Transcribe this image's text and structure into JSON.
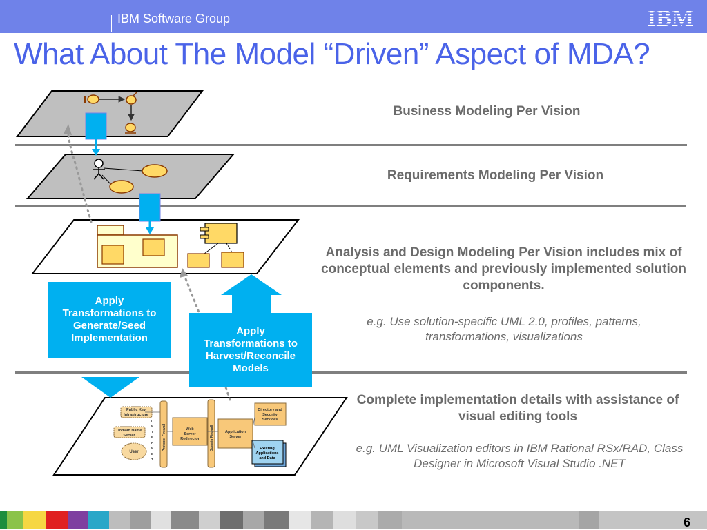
{
  "header": {
    "group_name": "IBM Software Group",
    "logo_text": "IBM",
    "accent_color": "#6f82e9"
  },
  "title": "What About The Model “Driven” Aspect of MDA?",
  "levels": [
    {
      "label": "Business Modeling Per Vision"
    },
    {
      "label": "Requirements Modeling Per Vision"
    },
    {
      "label": "Analysis and Design Modeling Per Vision includes mix of conceptual elements and previously implemented solution components.",
      "example": "e.g. Use solution-specific UML 2.0, profiles, patterns, transformations, visualizations"
    },
    {
      "label": "Complete implementation details with assistance of visual editing tools",
      "example": "e.g. UML Visualization editors in IBM Rational RSx/RAD, Class Designer in Microsoft Visual Studio .NET"
    }
  ],
  "transforms": {
    "generate": "Apply Transformations to Generate/Seed Implementation",
    "harvest": "Apply Transformations to Harvest/Reconcile Models"
  },
  "impl_diagram": {
    "pki": "Public Key Infrastructure",
    "dns": "Domain Name Server",
    "user": "User",
    "internet": "INTERNET",
    "protocol_firewall": "Protocol Firewall",
    "web_server": "Web Server Redirector",
    "domain_firewall": "Domain Firewall",
    "app_server": "Application Server",
    "directory": "Directory and Security Services",
    "existing": "Existing Applications and Data"
  },
  "footer": {
    "page_number": "6"
  }
}
